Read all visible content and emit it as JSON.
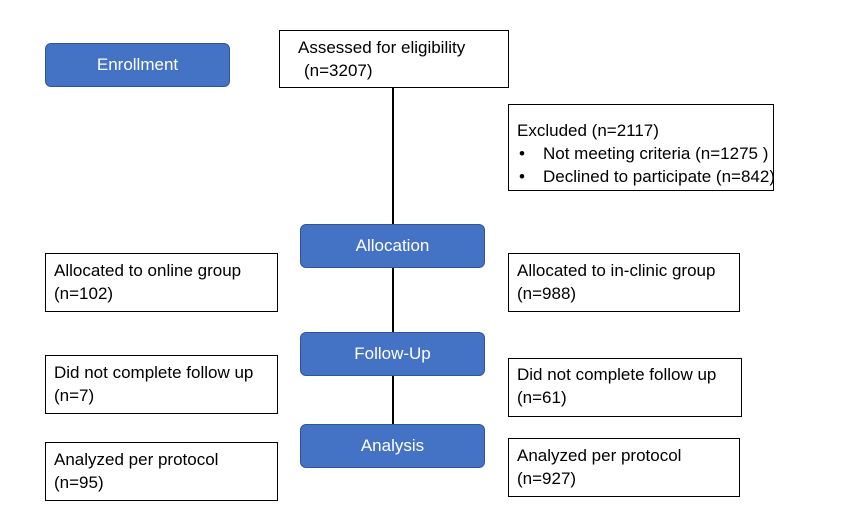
{
  "stages": {
    "enrollment": "Enrollment",
    "allocation": "Allocation",
    "follow_up": "Follow-Up",
    "analysis": "Analysis"
  },
  "assessed": {
    "label": "Assessed for eligibility",
    "count": "(n=3207)"
  },
  "excluded": {
    "label": "Excluded (n=2117)",
    "items": [
      "Not meeting criteria (n=1275 )",
      "Declined to participate (n=842)"
    ]
  },
  "online_group": {
    "allocated": {
      "label": "Allocated to online group",
      "count": "(n=102)"
    },
    "lost": {
      "label": "Did not complete follow up",
      "count": "(n=7)"
    },
    "analyzed": {
      "label": "Analyzed per protocol",
      "count": "(n=95)"
    }
  },
  "clinic_group": {
    "allocated": {
      "label": "Allocated to in-clinic group",
      "count": "(n=988)"
    },
    "lost": {
      "label": "Did not complete follow up",
      "count": "(n=61)"
    },
    "analyzed": {
      "label": "Analyzed per protocol",
      "count": "(n=927)"
    }
  },
  "colors": {
    "stage_fill": "#4472c4",
    "stage_border": "#2f5597",
    "box_border": "#000000"
  }
}
